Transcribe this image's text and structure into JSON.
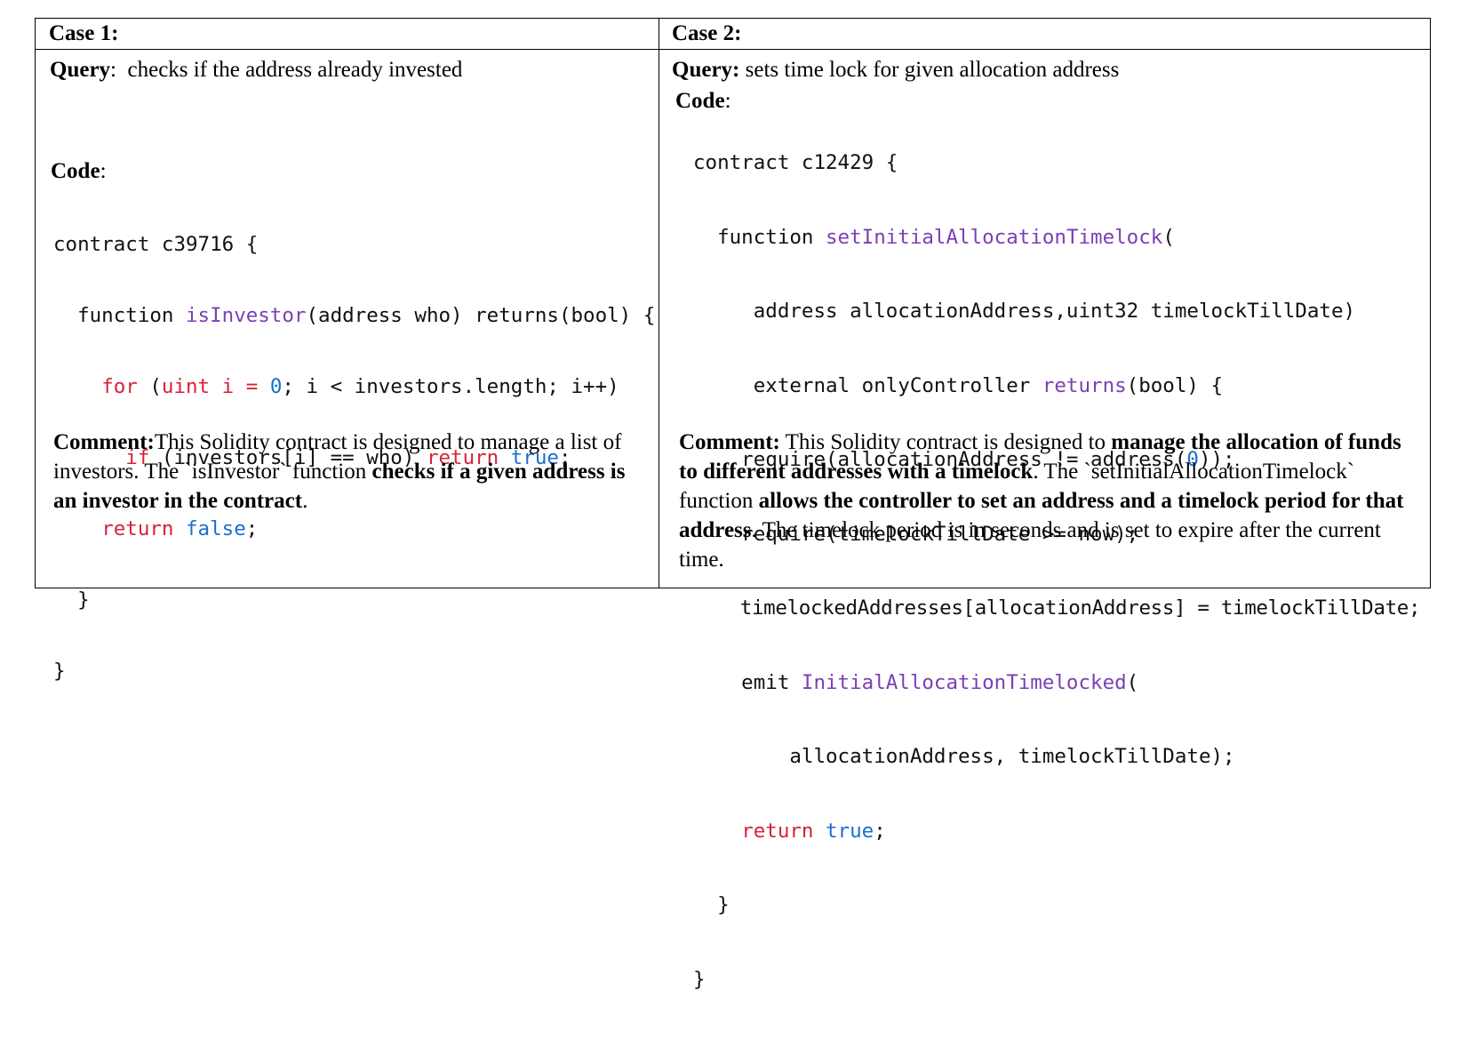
{
  "case1": {
    "header": "Case 1:",
    "query_label": "Query",
    "query_sep": ":",
    "query_text": "  checks if the address already invested",
    "code_label": "Code",
    "code_sep": ":",
    "code": {
      "l1": "contract c39716 {",
      "l2_pre": "  function ",
      "l2_fn": "isInvestor",
      "l2_post": "(address who) returns(bool) {",
      "l3_indent": "    ",
      "l3_for": "for",
      "l3_a": " (",
      "l3_uint": "uint",
      "l3_b": " ",
      "l3_i": "i",
      "l3_c": " = ",
      "l3_zero": "0",
      "l3_d": "; i < investors.length; i++)",
      "l4_indent": "      ",
      "l4_if": "if",
      "l4_a": " (investors[i] == who) ",
      "l4_return": "return",
      "l4_b": " ",
      "l4_true": "true",
      "l4_c": ";",
      "l5_indent": "    ",
      "l5_return": "return",
      "l5_a": " ",
      "l5_false": "false",
      "l5_b": ";",
      "l6": "  }",
      "l7": "}"
    },
    "comment_label": "Comment:",
    "comment_p1": "This Solidity contract is designed to manage a list of investors. The `isInvestor` function ",
    "comment_b1": "checks if a given address is an investor in the contract",
    "comment_p2": "."
  },
  "case2": {
    "header": "Case 2:",
    "query_label": "Query:",
    "query_text": " sets time lock for given allocation address",
    "code_label": "Code",
    "code_sep": ":",
    "code": {
      "l1": "contract c12429 {",
      "l2_pre": "  function ",
      "l2_fn": "setInitialAllocationTimelock",
      "l2_post": "(",
      "l3": "     address allocationAddress,uint32 timelockTillDate)",
      "l4_pre": "     external onlyController ",
      "l4_fn": "returns",
      "l4_post": "(bool) {",
      "l5_pre": "    require(allocationAddress != address(",
      "l5_zero": "0",
      "l5_post": "));",
      "l6": "    require(timelockTillDate >= now);",
      "l7": "    timelockedAddresses[allocationAddress] = timelockTillDate;",
      "l8_pre": "    emit ",
      "l8_fn": "InitialAllocationTimelocked",
      "l8_post": "(",
      "l9": "        allocationAddress, timelockTillDate);",
      "l10_indent": "    ",
      "l10_return": "return",
      "l10_a": " ",
      "l10_true": "true",
      "l10_b": ";",
      "l11": "  }",
      "l12": "}"
    },
    "comment_label": "Comment:",
    "comment_p1": " This Solidity contract is designed to ",
    "comment_b1": "manage the allocation of funds to different addresses with a timelock",
    "comment_p2": ". The `setInitialAllocationTimelock` function ",
    "comment_b2": "allows the controller to set an address and a timelock period for that address",
    "comment_p3": ". The timelock period is in seconds and is set to expire after the current time."
  }
}
